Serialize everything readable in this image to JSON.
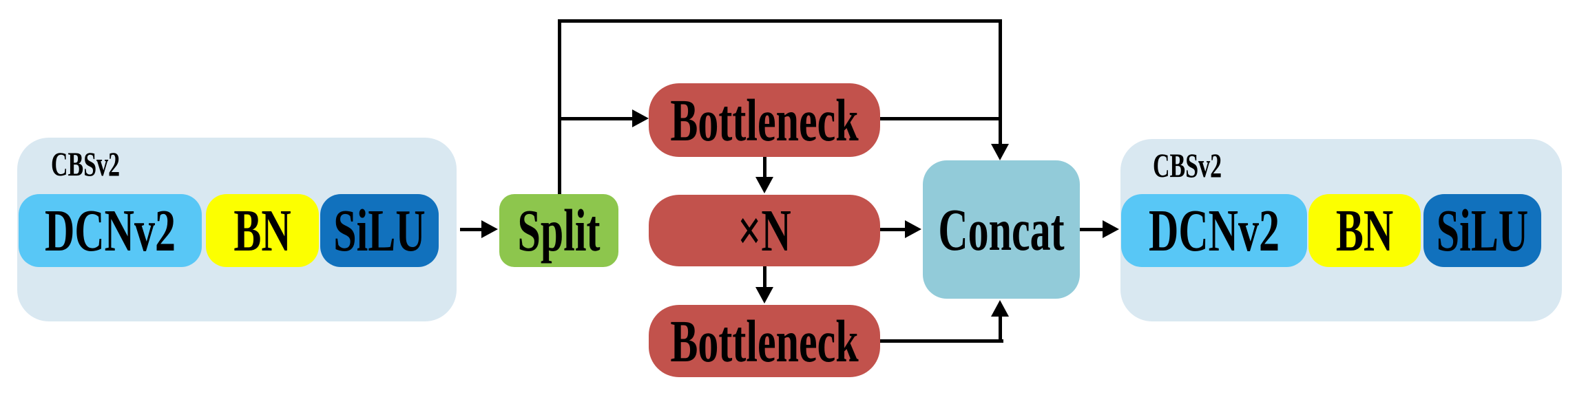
{
  "colors": {
    "background": "#ffffff",
    "container": "#d9e8f1",
    "dcnv2": "#58c7f6",
    "bn": "#fcff00",
    "silu": "#1171bd",
    "split": "#8dc64d",
    "bottleneck": "#c2524c",
    "concat": "#92cbd9",
    "line": "#000000",
    "text": "#000000"
  },
  "left_group": {
    "label": "CBSv2",
    "boxes": [
      {
        "label": "DCNv2"
      },
      {
        "label": "BN"
      },
      {
        "label": "SiLU"
      }
    ]
  },
  "middle": {
    "split_label": "Split",
    "bottleneck_top_label": "Bottleneck",
    "repeat_label": "×N",
    "bottleneck_bottom_label": "Bottleneck",
    "concat_label": "Concat"
  },
  "right_group": {
    "label": "CBSv2",
    "boxes": [
      {
        "label": "DCNv2"
      },
      {
        "label": "BN"
      },
      {
        "label": "SiLU"
      }
    ]
  }
}
